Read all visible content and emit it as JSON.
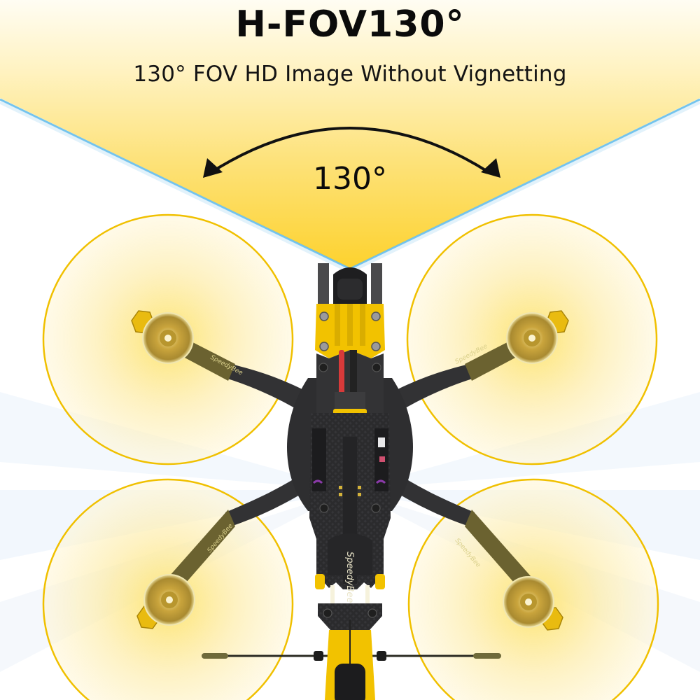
{
  "header": {
    "title": "H-FOV130°",
    "subtitle": "130° FOV HD Image Without Vignetting"
  },
  "fov_diagram": {
    "angle_label": "130°",
    "angle_degrees": 130,
    "cone_color": "#fdd835",
    "cone_edge_color": "#4fb3e8",
    "arc_arrow_color": "#111111"
  },
  "drone": {
    "brand_marking": "SpeedyBee",
    "propeller_disc_count": 4,
    "prop_disc_color": "#f4c400",
    "frame_color": "#2a2a2a",
    "accent_color": "#f2c200",
    "arm_color": "#6b6230"
  }
}
